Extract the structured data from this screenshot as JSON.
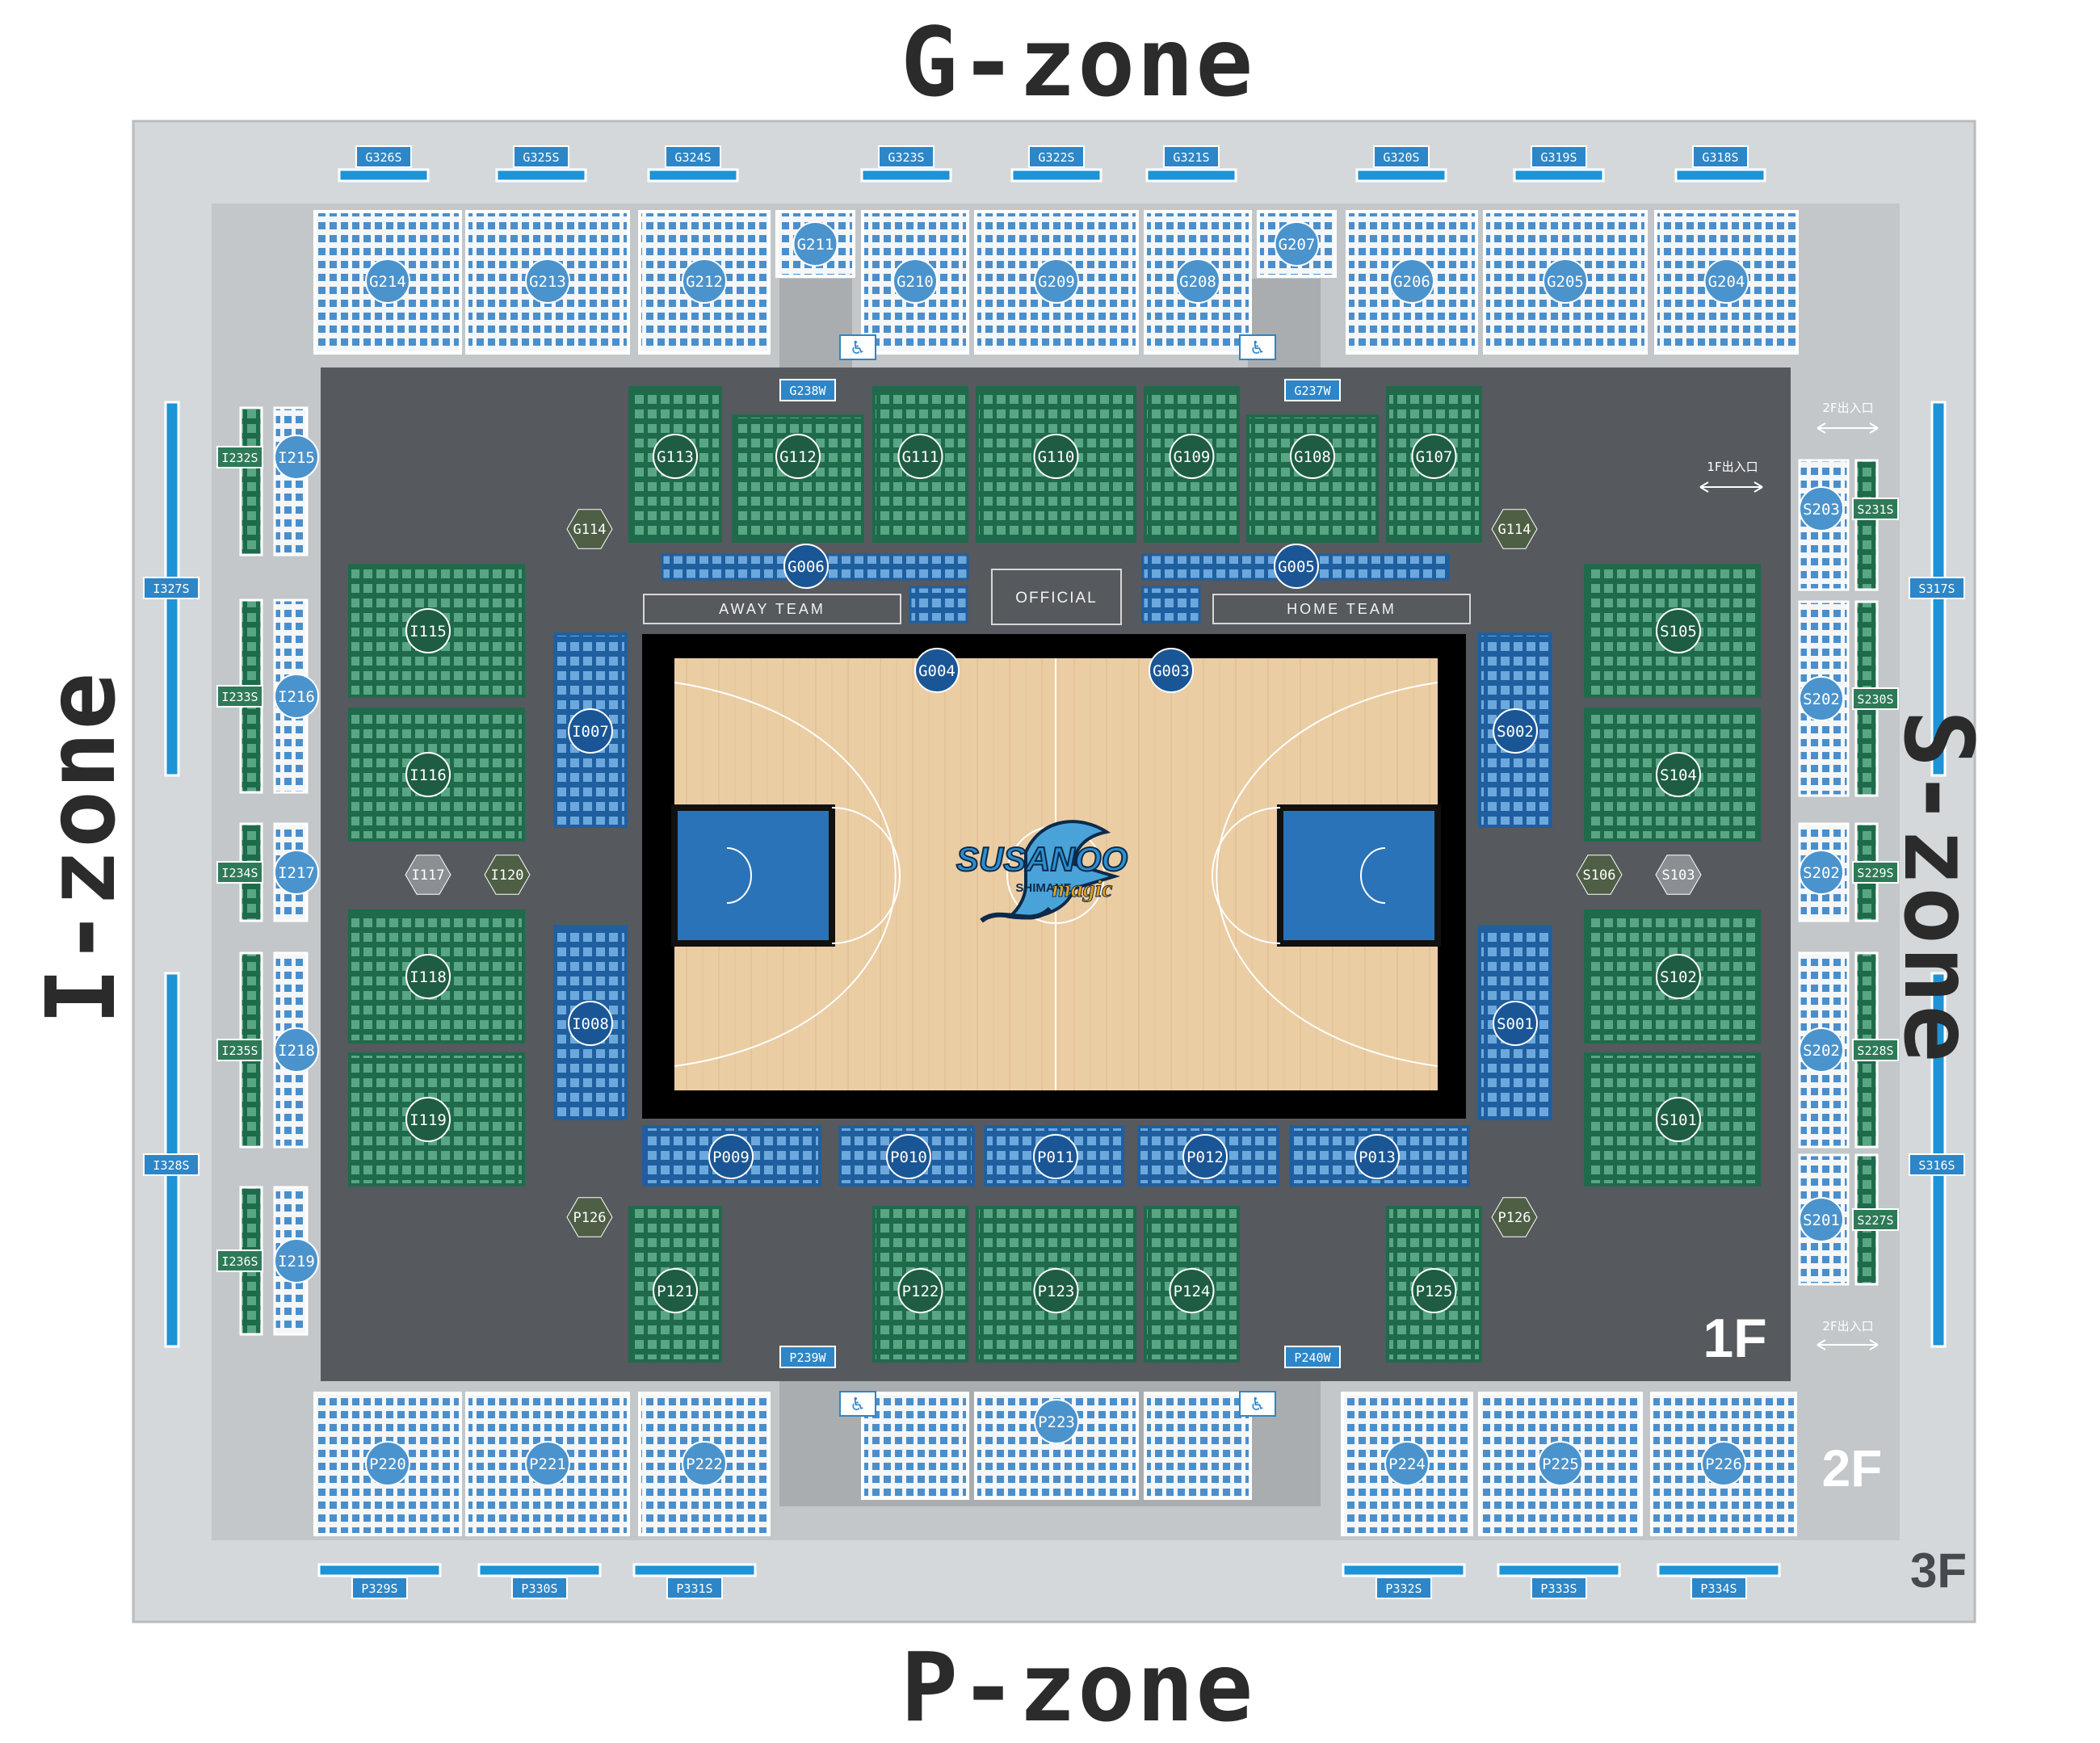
{
  "zones": {
    "north": "G-zone",
    "south": "P-zone",
    "west": "I-zone",
    "east": "S-zone"
  },
  "floors": {
    "first": "1F",
    "second": "2F",
    "third": "3F"
  },
  "court": {
    "away_team": "AWAY TEAM",
    "home_team": "HOME TEAM",
    "official": "OFFICIAL",
    "logo_main": "SUSANOO",
    "logo_sub": "SHIMANE",
    "logo_script": "magic"
  },
  "notes": {
    "exit_2f": "2F出入口",
    "exit_1f": "1F出入口"
  },
  "colors": {
    "green_block": "#2f7d5c",
    "blue_block": "#2366a8",
    "light_block": "#e9eef4",
    "light_seat": "#3d88c9",
    "cool_seat": "#1e93d6",
    "floor_dark": "#55595e",
    "concourse": "#c8cccf",
    "outer": "#d3d7da",
    "court_wood": "#e9c9a0",
    "paint_blue": "#2a73b8"
  },
  "sections": {
    "g3": [
      "G326S",
      "G325S",
      "G324S",
      "G323S",
      "G322S",
      "G321S",
      "G320S",
      "G319S",
      "G318S"
    ],
    "p3": [
      "P329S",
      "P330S",
      "P331S",
      "P332S",
      "P333S",
      "P334S"
    ],
    "i3": [
      "I327S",
      "I328S"
    ],
    "s3": [
      "S317S",
      "S316S"
    ],
    "g2": [
      "G214",
      "G213",
      "G212",
      "G211",
      "G210",
      "G209",
      "G208",
      "G207",
      "G206",
      "G205",
      "G204"
    ],
    "p2": [
      "P220",
      "P221",
      "P222",
      "P223",
      "P224",
      "P225",
      "P226"
    ],
    "i2": [
      "I215",
      "I216",
      "I217",
      "I218",
      "I219"
    ],
    "i2s": [
      "I232S",
      "I233S",
      "I234S",
      "I235S",
      "I236S"
    ],
    "s2": [
      "S203",
      "S202",
      "S202",
      "S202",
      "S201"
    ],
    "s2s": [
      "S231S",
      "S230S",
      "S229S",
      "S228S",
      "S227S"
    ],
    "wheel": [
      "G238W",
      "G237W",
      "P239W",
      "P240W"
    ],
    "g1": [
      "G113",
      "G112",
      "G111",
      "G110",
      "G109",
      "G108",
      "G107"
    ],
    "p1": [
      "P121",
      "P122",
      "P123",
      "P124",
      "P125"
    ],
    "i1": [
      "I115",
      "I116",
      "I118",
      "I119"
    ],
    "s1": [
      "S105",
      "S104",
      "S102",
      "S101"
    ],
    "hex": [
      "G114",
      "G114",
      "P126",
      "P126",
      "I117",
      "I120",
      "S106",
      "S103"
    ],
    "courtside": [
      "G006",
      "G005",
      "G004",
      "G003",
      "I007",
      "I008",
      "S002",
      "S001",
      "P009",
      "P010",
      "P011",
      "P012",
      "P013"
    ]
  }
}
